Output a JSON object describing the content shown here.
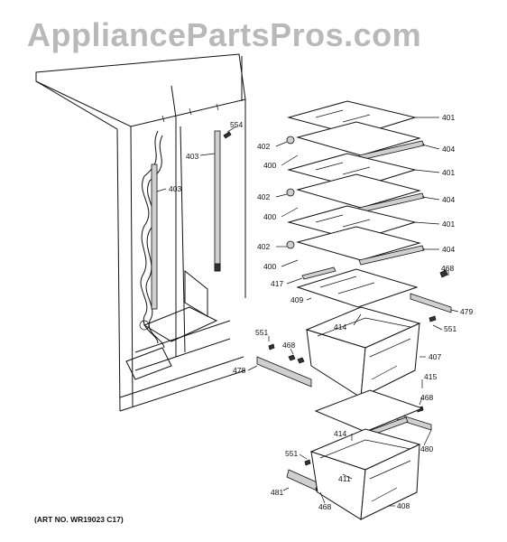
{
  "watermark": "AppliancePartsPros.com",
  "art_number": "(ART NO. WR19023 C17)",
  "callouts": [
    "554",
    "403",
    "403",
    "401",
    "402",
    "404",
    "400",
    "401",
    "402",
    "404",
    "400",
    "401",
    "402",
    "404",
    "400",
    "468",
    "417",
    "409",
    "479",
    "414",
    "551",
    "551",
    "468",
    "407",
    "478",
    "415",
    "468",
    "414",
    "480",
    "551",
    "411",
    "481",
    "468",
    "408"
  ]
}
